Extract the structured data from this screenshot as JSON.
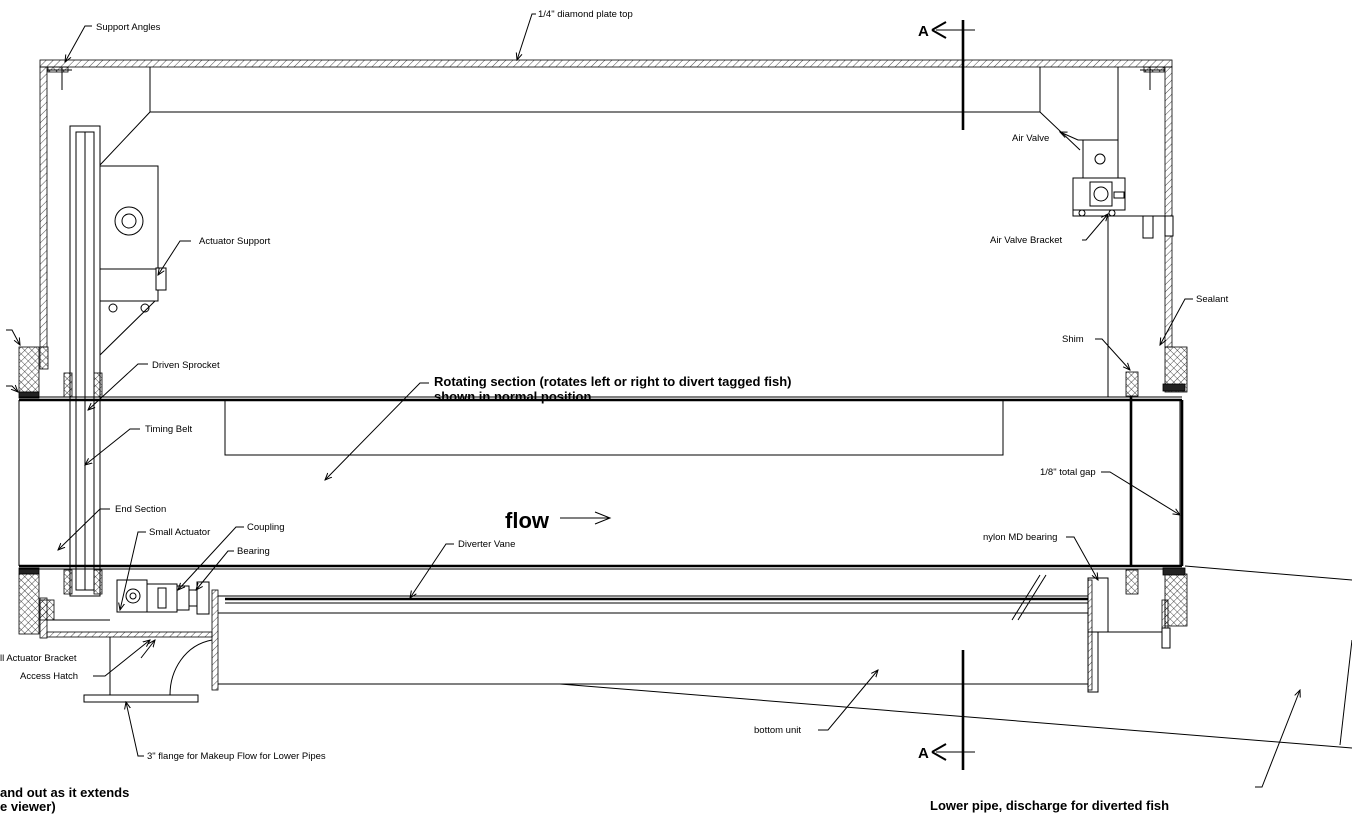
{
  "labels": {
    "support_angles": "Support Angles",
    "diamond_plate": "1/4\" diamond plate top",
    "section_a_top": "A",
    "section_a_bottom": "A",
    "air_valve": "Air Valve",
    "air_valve_bracket": "Air Valve Bracket",
    "actuator_support": "Actuator Support",
    "sealant": "Sealant",
    "shim": "Shim",
    "driven_sprocket": "Driven Sprocket",
    "rotating_section_line1": "Rotating section (rotates left or right to divert tagged fish)",
    "rotating_section_line2": "shown in normal position",
    "timing_belt": "Timing Belt",
    "total_gap": "1/8\" total gap",
    "end_section": "End Section",
    "flow": "flow",
    "small_actuator": "Small Actuator",
    "coupling": "Coupling",
    "bearing": "Bearing",
    "diverter_vane": "Diverter Vane",
    "nylon_bearing": "nylon MD bearing",
    "small_actuator_bracket": "ll Actuator Bracket",
    "access_hatch": "Access Hatch",
    "bottom_unit": "bottom unit",
    "makeup_flange": "3\" flange for Makeup Flow for Lower Pipes",
    "left_note_line1": "and out as it extends",
    "left_note_line2": "e viewer)",
    "lower_pipe": "Lower pipe, discharge for diverted fish"
  }
}
